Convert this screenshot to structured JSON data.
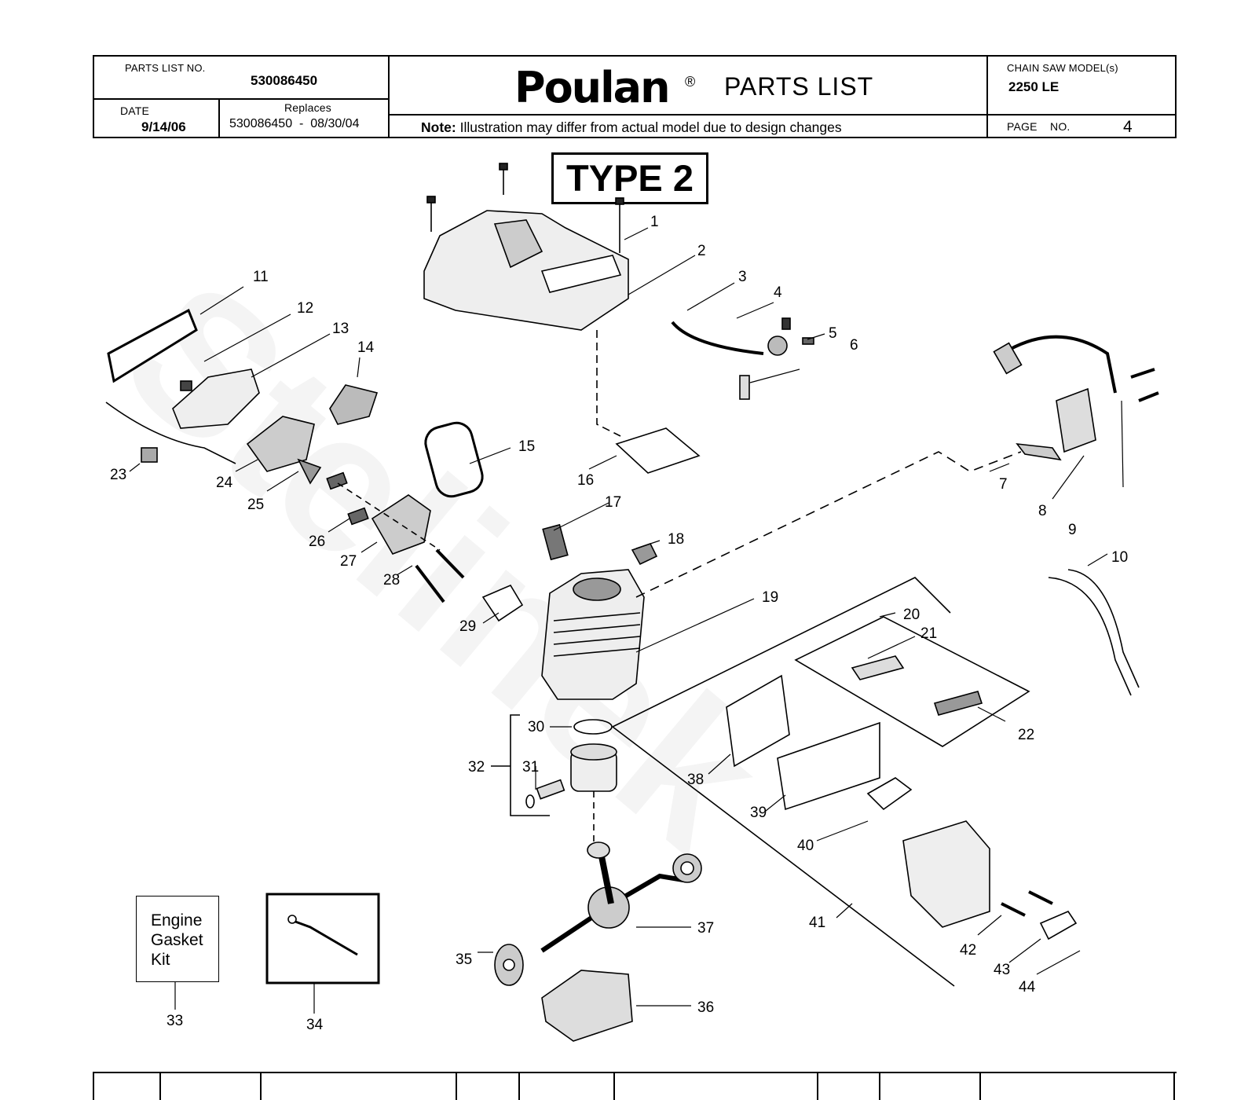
{
  "header": {
    "parts_list_no_label": "PARTS LIST NO.",
    "parts_list_no_value": "530086450",
    "date_label": "DATE",
    "date_value": "9/14/06",
    "replaces_label": "Replaces",
    "replaces_value": "530086450  -  08/30/04",
    "brand": "Poulan",
    "registered_mark": "®",
    "title": "PARTS LIST",
    "note_label": "Note:",
    "note_text": " Illustration may differ from actual model due to design changes",
    "model_label": "CHAIN SAW MODEL(s)",
    "model_value": "2250 LE",
    "page_label": "PAGE    NO.",
    "page_value": "4"
  },
  "type_label": "TYPE 2",
  "callouts": [
    "1",
    "2",
    "3",
    "4",
    "5",
    "6",
    "7",
    "8",
    "9",
    "10",
    "11",
    "12",
    "13",
    "14",
    "15",
    "16",
    "17",
    "18",
    "19",
    "20",
    "21",
    "22",
    "23",
    "24",
    "25",
    "26",
    "27",
    "28",
    "29",
    "30",
    "31",
    "32",
    "33",
    "34",
    "35",
    "36",
    "37",
    "38",
    "39",
    "40",
    "41",
    "42",
    "43",
    "44"
  ],
  "kit": {
    "line1": "Engine",
    "line2": "Gasket",
    "line3": "Kit"
  },
  "watermark": "Stelinek"
}
